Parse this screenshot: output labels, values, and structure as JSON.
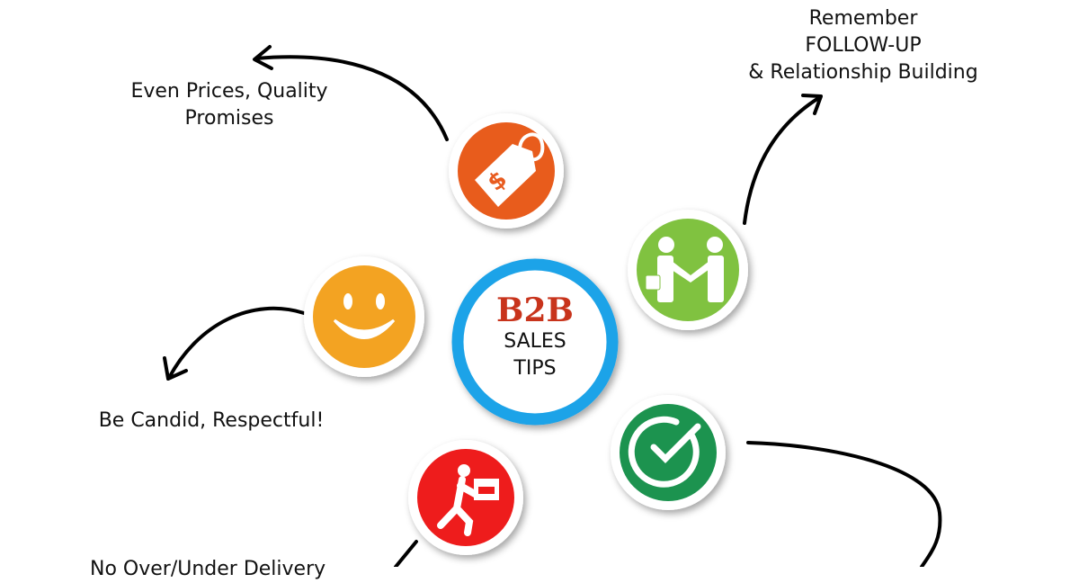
{
  "center": {
    "title": "B2B",
    "line1": "SALES",
    "line2": "TIPS"
  },
  "tips": [
    {
      "label_lines": [
        "Even Prices, Quality",
        "Promises"
      ],
      "icon": "price-tag-icon",
      "color": "#e85b1f"
    },
    {
      "label_lines": [
        "Remember",
        "FOLLOW-UP",
        "& Relationship Building"
      ],
      "icon": "handshake-icon",
      "color": "#80c241"
    },
    {
      "label_lines": [
        "Be Candid, Respectful!"
      ],
      "icon": "smiley-icon",
      "color": "#f3a322"
    },
    {
      "label_lines": [
        "No Over/Under Delivery"
      ],
      "icon": "delivery-person-icon",
      "color": "#ee1a1a"
    },
    {
      "label_lines": [],
      "icon": "clock-check-icon",
      "color": "#1b9350"
    }
  ],
  "colors": {
    "ring": "#1ea3e8",
    "title": "#c8341c"
  }
}
